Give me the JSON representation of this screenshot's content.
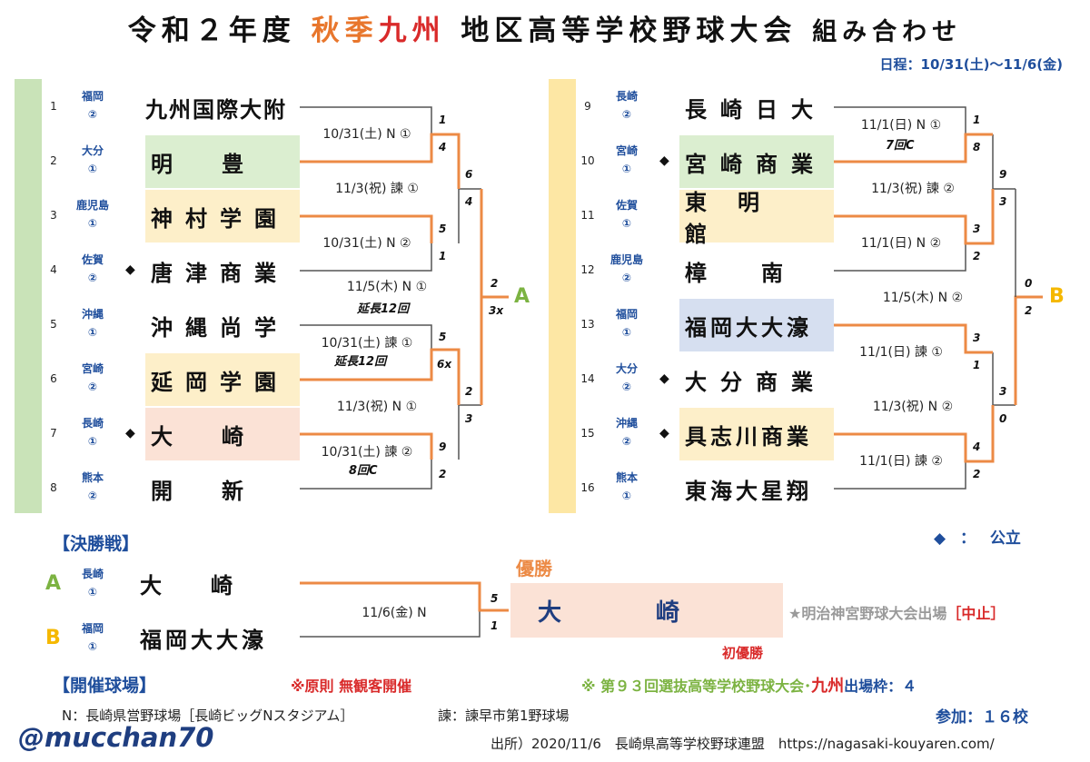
{
  "title": {
    "part1": "令和２年度",
    "part2": "秋季",
    "part3": "九州",
    "part4": "地区高等学校野球大会",
    "part5": "組み合わせ"
  },
  "schedule": "日程：10/31(土)～11/6(金)",
  "left_bracket": {
    "label": "A",
    "teams": [
      {
        "no": "1",
        "pref": "福岡",
        "seed": "②",
        "name": "九州国際大附",
        "public": false
      },
      {
        "no": "2",
        "pref": "大分",
        "seed": "①",
        "name": "明　　豊",
        "public": false
      },
      {
        "no": "3",
        "pref": "鹿児島",
        "seed": "①",
        "name": "神村学園",
        "public": false
      },
      {
        "no": "4",
        "pref": "佐賀",
        "seed": "②",
        "name": "唐津商業",
        "public": true
      },
      {
        "no": "5",
        "pref": "沖縄",
        "seed": "①",
        "name": "沖縄尚学",
        "public": false
      },
      {
        "no": "6",
        "pref": "宮崎",
        "seed": "②",
        "name": "延岡学園",
        "public": false
      },
      {
        "no": "7",
        "pref": "長崎",
        "seed": "①",
        "name": "大　　崎",
        "public": true
      },
      {
        "no": "8",
        "pref": "熊本",
        "seed": "②",
        "name": "開　　新",
        "public": false
      }
    ],
    "matches": {
      "m1": "10/31(土) N ①",
      "m2": "10/31(土) N ②",
      "m3": "10/31(土) 諫 ①",
      "m3_note": "延長12回",
      "m4": "10/31(土) 諫 ②",
      "m4_note": "8回C",
      "q1": "11/3(祝) 諫 ①",
      "q2": "11/3(祝) N ①",
      "s1": "11/5(木) N ①",
      "s1_note": "延長12回"
    },
    "scores": {
      "r1": [
        "1",
        "4",
        "5",
        "1",
        "5",
        "6x",
        "9",
        "2"
      ],
      "r2": [
        "6",
        "4",
        "2",
        "3"
      ],
      "r3": [
        "2",
        "3x"
      ]
    }
  },
  "right_bracket": {
    "label": "B",
    "teams": [
      {
        "no": "9",
        "pref": "長崎",
        "seed": "②",
        "name": "長崎日大",
        "public": false
      },
      {
        "no": "10",
        "pref": "宮崎",
        "seed": "①",
        "name": "宮崎商業",
        "public": true
      },
      {
        "no": "11",
        "pref": "佐賀",
        "seed": "①",
        "name": "東明館",
        "public": false
      },
      {
        "no": "12",
        "pref": "鹿児島",
        "seed": "②",
        "name": "樟　南",
        "public": false
      },
      {
        "no": "13",
        "pref": "福岡",
        "seed": "①",
        "name": "福岡大大濠",
        "public": false
      },
      {
        "no": "14",
        "pref": "大分",
        "seed": "②",
        "name": "大分商業",
        "public": true
      },
      {
        "no": "15",
        "pref": "沖縄",
        "seed": "②",
        "name": "具志川商業",
        "public": true
      },
      {
        "no": "16",
        "pref": "熊本",
        "seed": "①",
        "name": "東海大星翔",
        "public": false
      }
    ],
    "matches": {
      "m1": "11/1(日) N ①",
      "m1_note": "7回C",
      "m2": "11/1(日) N ②",
      "m3": "11/1(日) 諫 ①",
      "m4": "11/1(日) 諫 ②",
      "q1": "11/3(祝) 諫 ②",
      "q2": "11/3(祝) N ②",
      "s1": "11/5(木) N ②"
    },
    "scores": {
      "r1": [
        "1",
        "8",
        "3",
        "2",
        "3",
        "1",
        "4",
        "2"
      ],
      "r2": [
        "9",
        "3",
        "3",
        "0"
      ],
      "r3": [
        "0",
        "2"
      ]
    }
  },
  "legend": {
    "symbol": "◆",
    "colon": "：",
    "text": "公立"
  },
  "final": {
    "heading": "【決勝戦】",
    "a_label": "A",
    "a_pref": "長崎",
    "a_seed": "①",
    "a_team": "大　　崎",
    "b_label": "B",
    "b_pref": "福岡",
    "b_seed": "①",
    "b_team": "福岡大大濠",
    "match": "11/6(金) N",
    "score_a": "5",
    "score_b": "1",
    "winner_label": "優勝",
    "winner": "大　　　　崎",
    "first_win": "初優勝",
    "meiji": "★明治神宮野球大会出場",
    "cancelled": "［中止］"
  },
  "venues": {
    "heading": "【開催球場】",
    "no_spectators": "※原則 無観客開催",
    "senbatsu_pre": "※ 第９３回選抜高等学校野球大会･",
    "senbatsu_kyushu": "九州",
    "senbatsu_post": "出場枠：４",
    "n_venue": "N：長崎県営野球場［長崎ビッグNスタジアム］",
    "i_venue": "諫：諫早市第1野球場",
    "participants": "参加：１６校"
  },
  "handle": "@mucchan70",
  "source": "出所）2020/11/6　長崎県高等学校野球連盟　https://nagasaki-kouyaren.com/"
}
